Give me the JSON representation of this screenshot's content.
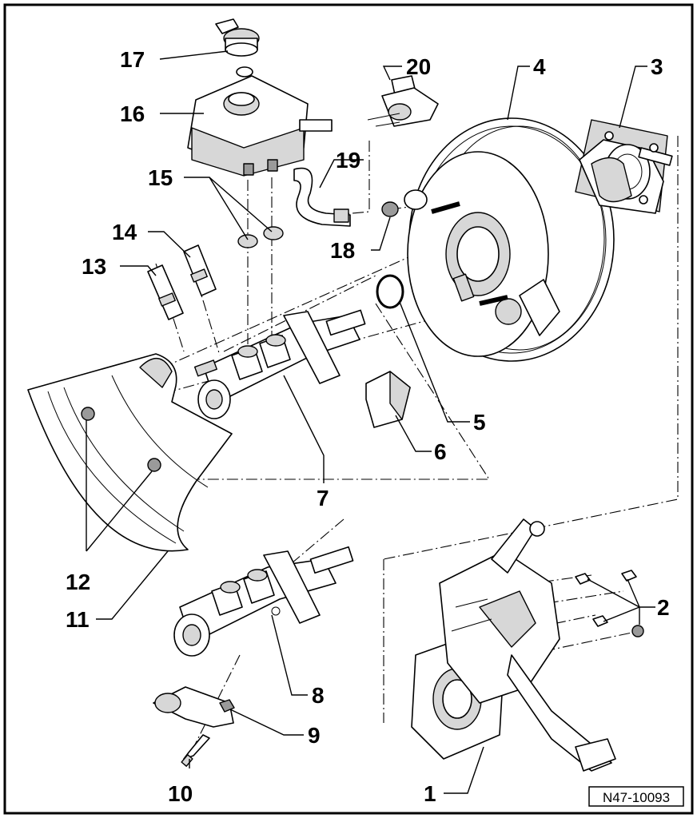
{
  "diagram": {
    "reference_code": "N47-10093",
    "callouts": [
      "1",
      "2",
      "3",
      "4",
      "5",
      "6",
      "7",
      "8",
      "9",
      "10",
      "11",
      "12",
      "13",
      "14",
      "15",
      "16",
      "17",
      "18",
      "19",
      "20"
    ]
  }
}
